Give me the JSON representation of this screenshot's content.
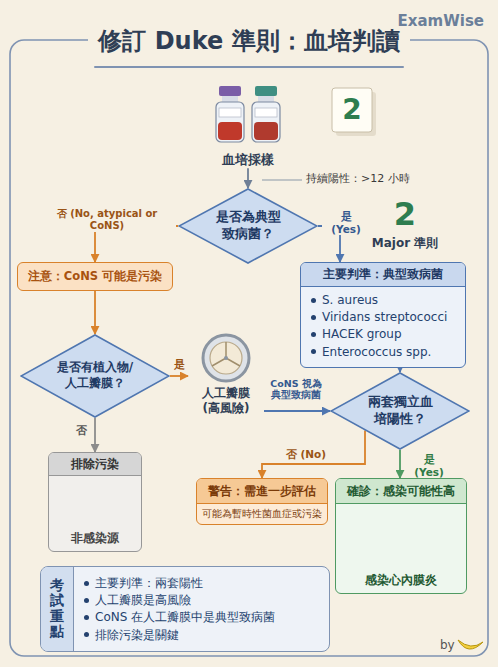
{
  "diagram": {
    "title": "修訂 Duke 準則：血培判讀",
    "nodes": [
      {
        "text": [
          "血培採樣"
        ]
      },
      {
        "text": [
          "是否為典型致病菌？"
        ]
      },
      {
        "text": [
          "注意：CoNS 可能是污染"
        ]
      },
      {
        "text": [
          "主要判準：典型致病菌",
          "S. aureus",
          "Viridans streptococci",
          "HACEK group",
          "Enterococcus spp."
        ]
      },
      {
        "text": [
          "是否有植入物/人工瓣膜？"
        ]
      },
      {
        "text": [
          "人工瓣膜 (高風險)"
        ]
      },
      {
        "text": [
          "兩套獨立血培陽性？"
        ]
      },
      {
        "text": [
          "排除污染",
          "非感染源"
        ]
      },
      {
        "text": [
          "警告：需進一步評估",
          "可能為暫時性菌血症或污染"
        ]
      },
      {
        "text": [
          "確診：感染可能性高",
          "感染心內膜炎"
        ]
      },
      {
        "text": [
          "考試重點",
          "主要判準：兩套陽性",
          "人工瓣膜是高風險",
          "CoNS 在人工瓣膜中是典型致病菌",
          "排除污染是關鍵"
        ]
      }
    ],
    "edges": [
      {
        "from": 0,
        "to": 1,
        "arrow": "to"
      },
      {
        "from": 1,
        "to": 2,
        "label": "否 (No, atypical or CoNS)",
        "arrow": "to"
      },
      {
        "from": 1,
        "to": 3,
        "label": "是 (Yes)",
        "arrow": "to"
      },
      {
        "from": 2,
        "to": 4,
        "arrow": "to"
      },
      {
        "from": 4,
        "to": 5,
        "label": "是",
        "arrow": "to"
      },
      {
        "from": 4,
        "to": 7,
        "label": "否",
        "arrow": "to"
      },
      {
        "from": 3,
        "to": 6,
        "arrow": "to"
      },
      {
        "from": 5,
        "to": 6,
        "label": "CoNS 視為典型致病菌",
        "arrow": "to"
      },
      {
        "from": 6,
        "to": 8,
        "label": "否 (No)",
        "arrow": "to"
      },
      {
        "from": 6,
        "to": 9,
        "label": "是 (Yes)",
        "arrow": "to"
      }
    ],
    "labels": [
      "ExamWise",
      "2",
      "持續陽性：>12 小時",
      "2",
      "Major 準則",
      "by"
    ]
  }
}
